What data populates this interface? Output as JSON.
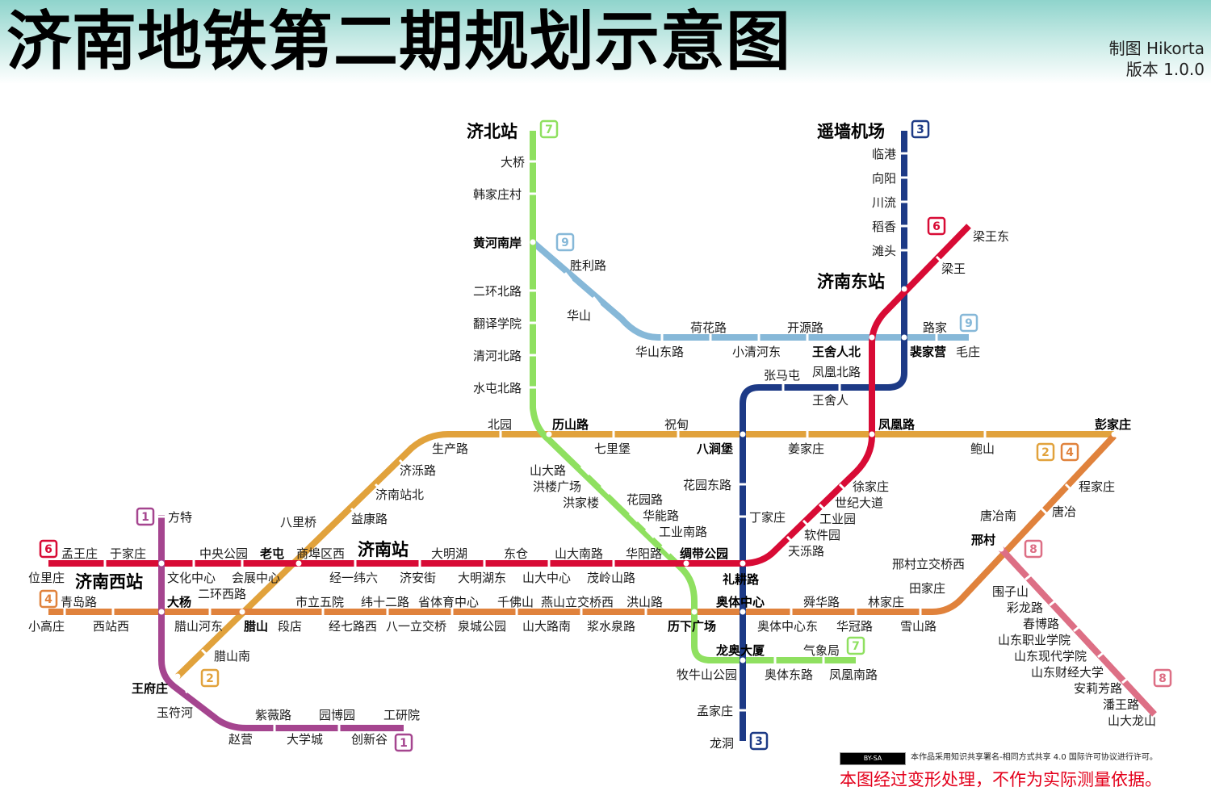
{
  "header": {
    "title": "济南地铁第二期规划示意图",
    "credit_author": "制图 Hikorta",
    "credit_version": "版本 1.0.0"
  },
  "colors": {
    "line1": "#a5458f",
    "line2": "#e1a23c",
    "line3": "#1d3a86",
    "line4": "#e0823c",
    "line6": "#d80b35",
    "line7": "#8fe060",
    "line8": "#dd6f85",
    "line9": "#86b8d8",
    "header_teal": "#8fd4cc",
    "warning_red": "#e3001b"
  },
  "badges": [
    {
      "line": "7",
      "label": "7"
    },
    {
      "line": "7",
      "label": "7"
    },
    {
      "line": "3",
      "label": "3"
    },
    {
      "line": "3",
      "label": "3"
    },
    {
      "line": "9",
      "label": "9"
    },
    {
      "line": "9",
      "label": "9"
    },
    {
      "line": "6",
      "label": "6"
    },
    {
      "line": "6",
      "label": "6"
    },
    {
      "line": "2",
      "label": "2"
    },
    {
      "line": "2",
      "label": "2"
    },
    {
      "line": "4",
      "label": "4"
    },
    {
      "line": "4",
      "label": "4"
    },
    {
      "line": "1",
      "label": "1"
    },
    {
      "line": "1",
      "label": "1"
    },
    {
      "line": "8",
      "label": "8"
    },
    {
      "line": "8",
      "label": "8"
    }
  ],
  "stations": [
    {
      "name": "济北站",
      "style": "big"
    },
    {
      "name": "大桥",
      "style": "st"
    },
    {
      "name": "韩家庄村",
      "style": "st"
    },
    {
      "name": "黄河南岸",
      "style": "stb"
    },
    {
      "name": "二环北路",
      "style": "st"
    },
    {
      "name": "翻译学院",
      "style": "st"
    },
    {
      "name": "清河北路",
      "style": "st"
    },
    {
      "name": "水屯北路",
      "style": "st"
    },
    {
      "name": "遥墙机场",
      "style": "big"
    },
    {
      "name": "临港",
      "style": "st"
    },
    {
      "name": "向阳",
      "style": "st"
    },
    {
      "name": "川流",
      "style": "st"
    },
    {
      "name": "稻香",
      "style": "st"
    },
    {
      "name": "滩头",
      "style": "st"
    },
    {
      "name": "济南东站",
      "style": "big"
    },
    {
      "name": "梁王东",
      "style": "st"
    },
    {
      "name": "梁王",
      "style": "st"
    },
    {
      "name": "胜利路",
      "style": "st"
    },
    {
      "name": "华山",
      "style": "st"
    },
    {
      "name": "荷花路",
      "style": "st"
    },
    {
      "name": "开源路",
      "style": "st"
    },
    {
      "name": "路家",
      "style": "st"
    },
    {
      "name": "华山东路",
      "style": "st"
    },
    {
      "name": "小清河东",
      "style": "st"
    },
    {
      "name": "王舍人北",
      "style": "stb"
    },
    {
      "name": "裴家营",
      "style": "stb"
    },
    {
      "name": "毛庄",
      "style": "st"
    },
    {
      "name": "张马屯",
      "style": "st"
    },
    {
      "name": "凤凰北路",
      "style": "st"
    },
    {
      "name": "王舍人",
      "style": "st"
    },
    {
      "name": "北园",
      "style": "st"
    },
    {
      "name": "历山路",
      "style": "stb"
    },
    {
      "name": "祝甸",
      "style": "st"
    },
    {
      "name": "凤凰路",
      "style": "stb"
    },
    {
      "name": "彭家庄",
      "style": "stb"
    },
    {
      "name": "生产路",
      "style": "st"
    },
    {
      "name": "七里堡",
      "style": "st"
    },
    {
      "name": "八涧堡",
      "style": "stb"
    },
    {
      "name": "姜家庄",
      "style": "st"
    },
    {
      "name": "鲍山",
      "style": "st"
    },
    {
      "name": "济泺路",
      "style": "st"
    },
    {
      "name": "山大路",
      "style": "st"
    },
    {
      "name": "洪楼广场",
      "style": "st"
    },
    {
      "name": "花园东路",
      "style": "st"
    },
    {
      "name": "徐家庄",
      "style": "st"
    },
    {
      "name": "程家庄",
      "style": "st"
    },
    {
      "name": "济南站北",
      "style": "st"
    },
    {
      "name": "洪家楼",
      "style": "st"
    },
    {
      "name": "花园路",
      "style": "st"
    },
    {
      "name": "世纪大道",
      "style": "st"
    },
    {
      "name": "唐冶南",
      "style": "st"
    },
    {
      "name": "唐冶",
      "style": "st"
    },
    {
      "name": "八里桥",
      "style": "st"
    },
    {
      "name": "益康路",
      "style": "st"
    },
    {
      "name": "华能路",
      "style": "st"
    },
    {
      "name": "丁家庄",
      "style": "st"
    },
    {
      "name": "工业园",
      "style": "st"
    },
    {
      "name": "方特",
      "style": "st"
    },
    {
      "name": "工业南路",
      "style": "st"
    },
    {
      "name": "软件园",
      "style": "st"
    },
    {
      "name": "邢村",
      "style": "stb"
    },
    {
      "name": "天泺路",
      "style": "st"
    },
    {
      "name": "孟王庄",
      "style": "st"
    },
    {
      "name": "于家庄",
      "style": "st"
    },
    {
      "name": "中央公园",
      "style": "st"
    },
    {
      "name": "老屯",
      "style": "stb"
    },
    {
      "name": "商埠区西",
      "style": "st"
    },
    {
      "name": "济南站",
      "style": "big"
    },
    {
      "name": "大明湖",
      "style": "st"
    },
    {
      "name": "东仓",
      "style": "st"
    },
    {
      "name": "山大南路",
      "style": "st"
    },
    {
      "name": "华阳路",
      "style": "st"
    },
    {
      "name": "绸带公园",
      "style": "stb"
    },
    {
      "name": "邢村立交桥西",
      "style": "st"
    },
    {
      "name": "位里庄",
      "style": "st"
    },
    {
      "name": "济南西站",
      "style": "big"
    },
    {
      "name": "文化中心",
      "style": "st"
    },
    {
      "name": "会展中心",
      "style": "st"
    },
    {
      "name": "经一纬六",
      "style": "st"
    },
    {
      "name": "济安街",
      "style": "st"
    },
    {
      "name": "大明湖东",
      "style": "st"
    },
    {
      "name": "山大中心",
      "style": "st"
    },
    {
      "name": "茂岭山路",
      "style": "st"
    },
    {
      "name": "礼耕路",
      "style": "stb"
    },
    {
      "name": "田家庄",
      "style": "st"
    },
    {
      "name": "青岛路",
      "style": "st"
    },
    {
      "name": "二环西路",
      "style": "st"
    },
    {
      "name": "围子山",
      "style": "st"
    },
    {
      "name": "大杨",
      "style": "stb"
    },
    {
      "name": "市立五院",
      "style": "st"
    },
    {
      "name": "纬十二路",
      "style": "st"
    },
    {
      "name": "省体育中心",
      "style": "st"
    },
    {
      "name": "千佛山",
      "style": "st"
    },
    {
      "name": "燕山立交桥西",
      "style": "st"
    },
    {
      "name": "洪山路",
      "style": "st"
    },
    {
      "name": "奥体中心",
      "style": "stb"
    },
    {
      "name": "舜华路",
      "style": "st"
    },
    {
      "name": "林家庄",
      "style": "st"
    },
    {
      "name": "彩龙路",
      "style": "st"
    },
    {
      "name": "小高庄",
      "style": "st"
    },
    {
      "name": "西站西",
      "style": "st"
    },
    {
      "name": "腊山河东",
      "style": "st"
    },
    {
      "name": "腊山",
      "style": "stb"
    },
    {
      "name": "段店",
      "style": "st"
    },
    {
      "name": "经七路西",
      "style": "st"
    },
    {
      "name": "八一立交桥",
      "style": "st"
    },
    {
      "name": "泉城公园",
      "style": "st"
    },
    {
      "name": "山大路南",
      "style": "st"
    },
    {
      "name": "浆水泉路",
      "style": "st"
    },
    {
      "name": "历下广场",
      "style": "stb"
    },
    {
      "name": "奥体中心东",
      "style": "st"
    },
    {
      "name": "华冠路",
      "style": "st"
    },
    {
      "name": "雪山路",
      "style": "st"
    },
    {
      "name": "春博路",
      "style": "st"
    },
    {
      "name": "山东职业学院",
      "style": "st"
    },
    {
      "name": "龙奥大厦",
      "style": "stb"
    },
    {
      "name": "气象局",
      "style": "st"
    },
    {
      "name": "腊山南",
      "style": "st"
    },
    {
      "name": "山东现代学院",
      "style": "st"
    },
    {
      "name": "牧牛山公园",
      "style": "st"
    },
    {
      "name": "奥体东路",
      "style": "st"
    },
    {
      "name": "凤凰南路",
      "style": "st"
    },
    {
      "name": "山东财经大学",
      "style": "st"
    },
    {
      "name": "王府庄",
      "style": "stb"
    },
    {
      "name": "安莉芳路",
      "style": "st"
    },
    {
      "name": "玉符河",
      "style": "st"
    },
    {
      "name": "孟家庄",
      "style": "st"
    },
    {
      "name": "紫薇路",
      "style": "st"
    },
    {
      "name": "园博园",
      "style": "st"
    },
    {
      "name": "工研院",
      "style": "st"
    },
    {
      "name": "潘王路",
      "style": "st"
    },
    {
      "name": "山大龙山",
      "style": "st"
    },
    {
      "name": "赵营",
      "style": "st"
    },
    {
      "name": "大学城",
      "style": "st"
    },
    {
      "name": "创新谷",
      "style": "st"
    },
    {
      "name": "龙洞",
      "style": "st"
    }
  ],
  "footer": {
    "cc_badge": "BY-SA",
    "license_text": "本作品采用知识共享署名-相同方式共享 4.0 国际许可协议进行许可。",
    "warning": "本图经过变形处理，不作为实际测量依据。"
  }
}
